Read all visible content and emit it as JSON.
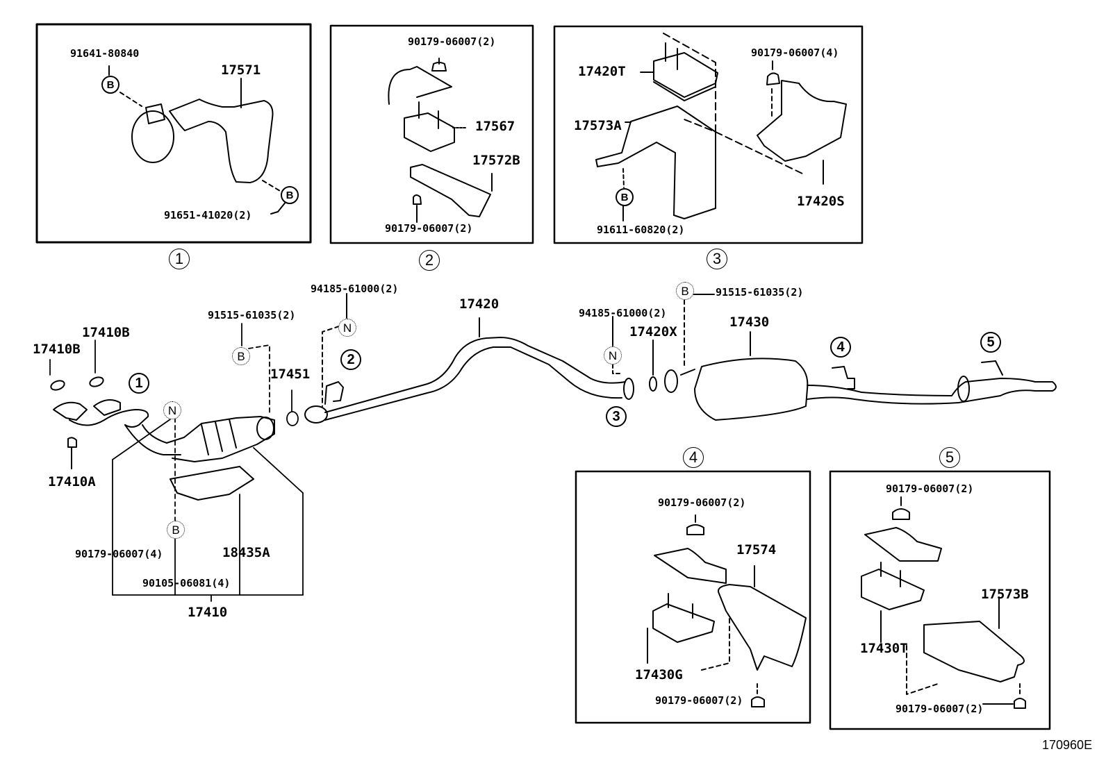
{
  "diagram": {
    "title_code": "170960E",
    "insets": [
      {
        "ref": "1",
        "labels": [
          "91641-80840",
          "17571",
          "91651-41020(2)"
        ],
        "symbols": [
          "B",
          "B"
        ]
      },
      {
        "ref": "2",
        "labels": [
          "90179-06007(2)",
          "17567",
          "17572B",
          "90179-06007(2)"
        ]
      },
      {
        "ref": "3",
        "labels": [
          "17420T",
          "90179-06007(4)",
          "17573A",
          "17420S",
          "91611-60820(2)"
        ],
        "symbols": [
          "B"
        ]
      },
      {
        "ref": "4",
        "labels": [
          "90179-06007(2)",
          "17574",
          "17430G",
          "90179-06007(2)"
        ]
      },
      {
        "ref": "5",
        "labels": [
          "90179-06007(2)",
          "17573B",
          "17430T",
          "90179-06007(2)"
        ]
      }
    ],
    "main": {
      "labels": {
        "gasket_b_left": "17410B",
        "gasket_b_right": "17410B",
        "nut_a": "17410A",
        "front_pipe_assy": "17410",
        "bolt_91515_a": "91515-61035(2)",
        "gasket_17451": "17451",
        "nut_94185_a": "94185-61000(2)",
        "center_pipe": "17420",
        "nut_94185_b": "94185-61000(2)",
        "gasket_17420x": "17420X",
        "bolt_91515_b": "91515-61035(2)",
        "tail_pipe": "17430",
        "nut_90179_4": "90179-06007(4)",
        "bolt_90105": "90105-06081(4)",
        "insulator": "18435A"
      },
      "symbols": {
        "N": "N",
        "B": "B"
      },
      "refs": [
        "1",
        "2",
        "3",
        "4",
        "5"
      ]
    }
  }
}
